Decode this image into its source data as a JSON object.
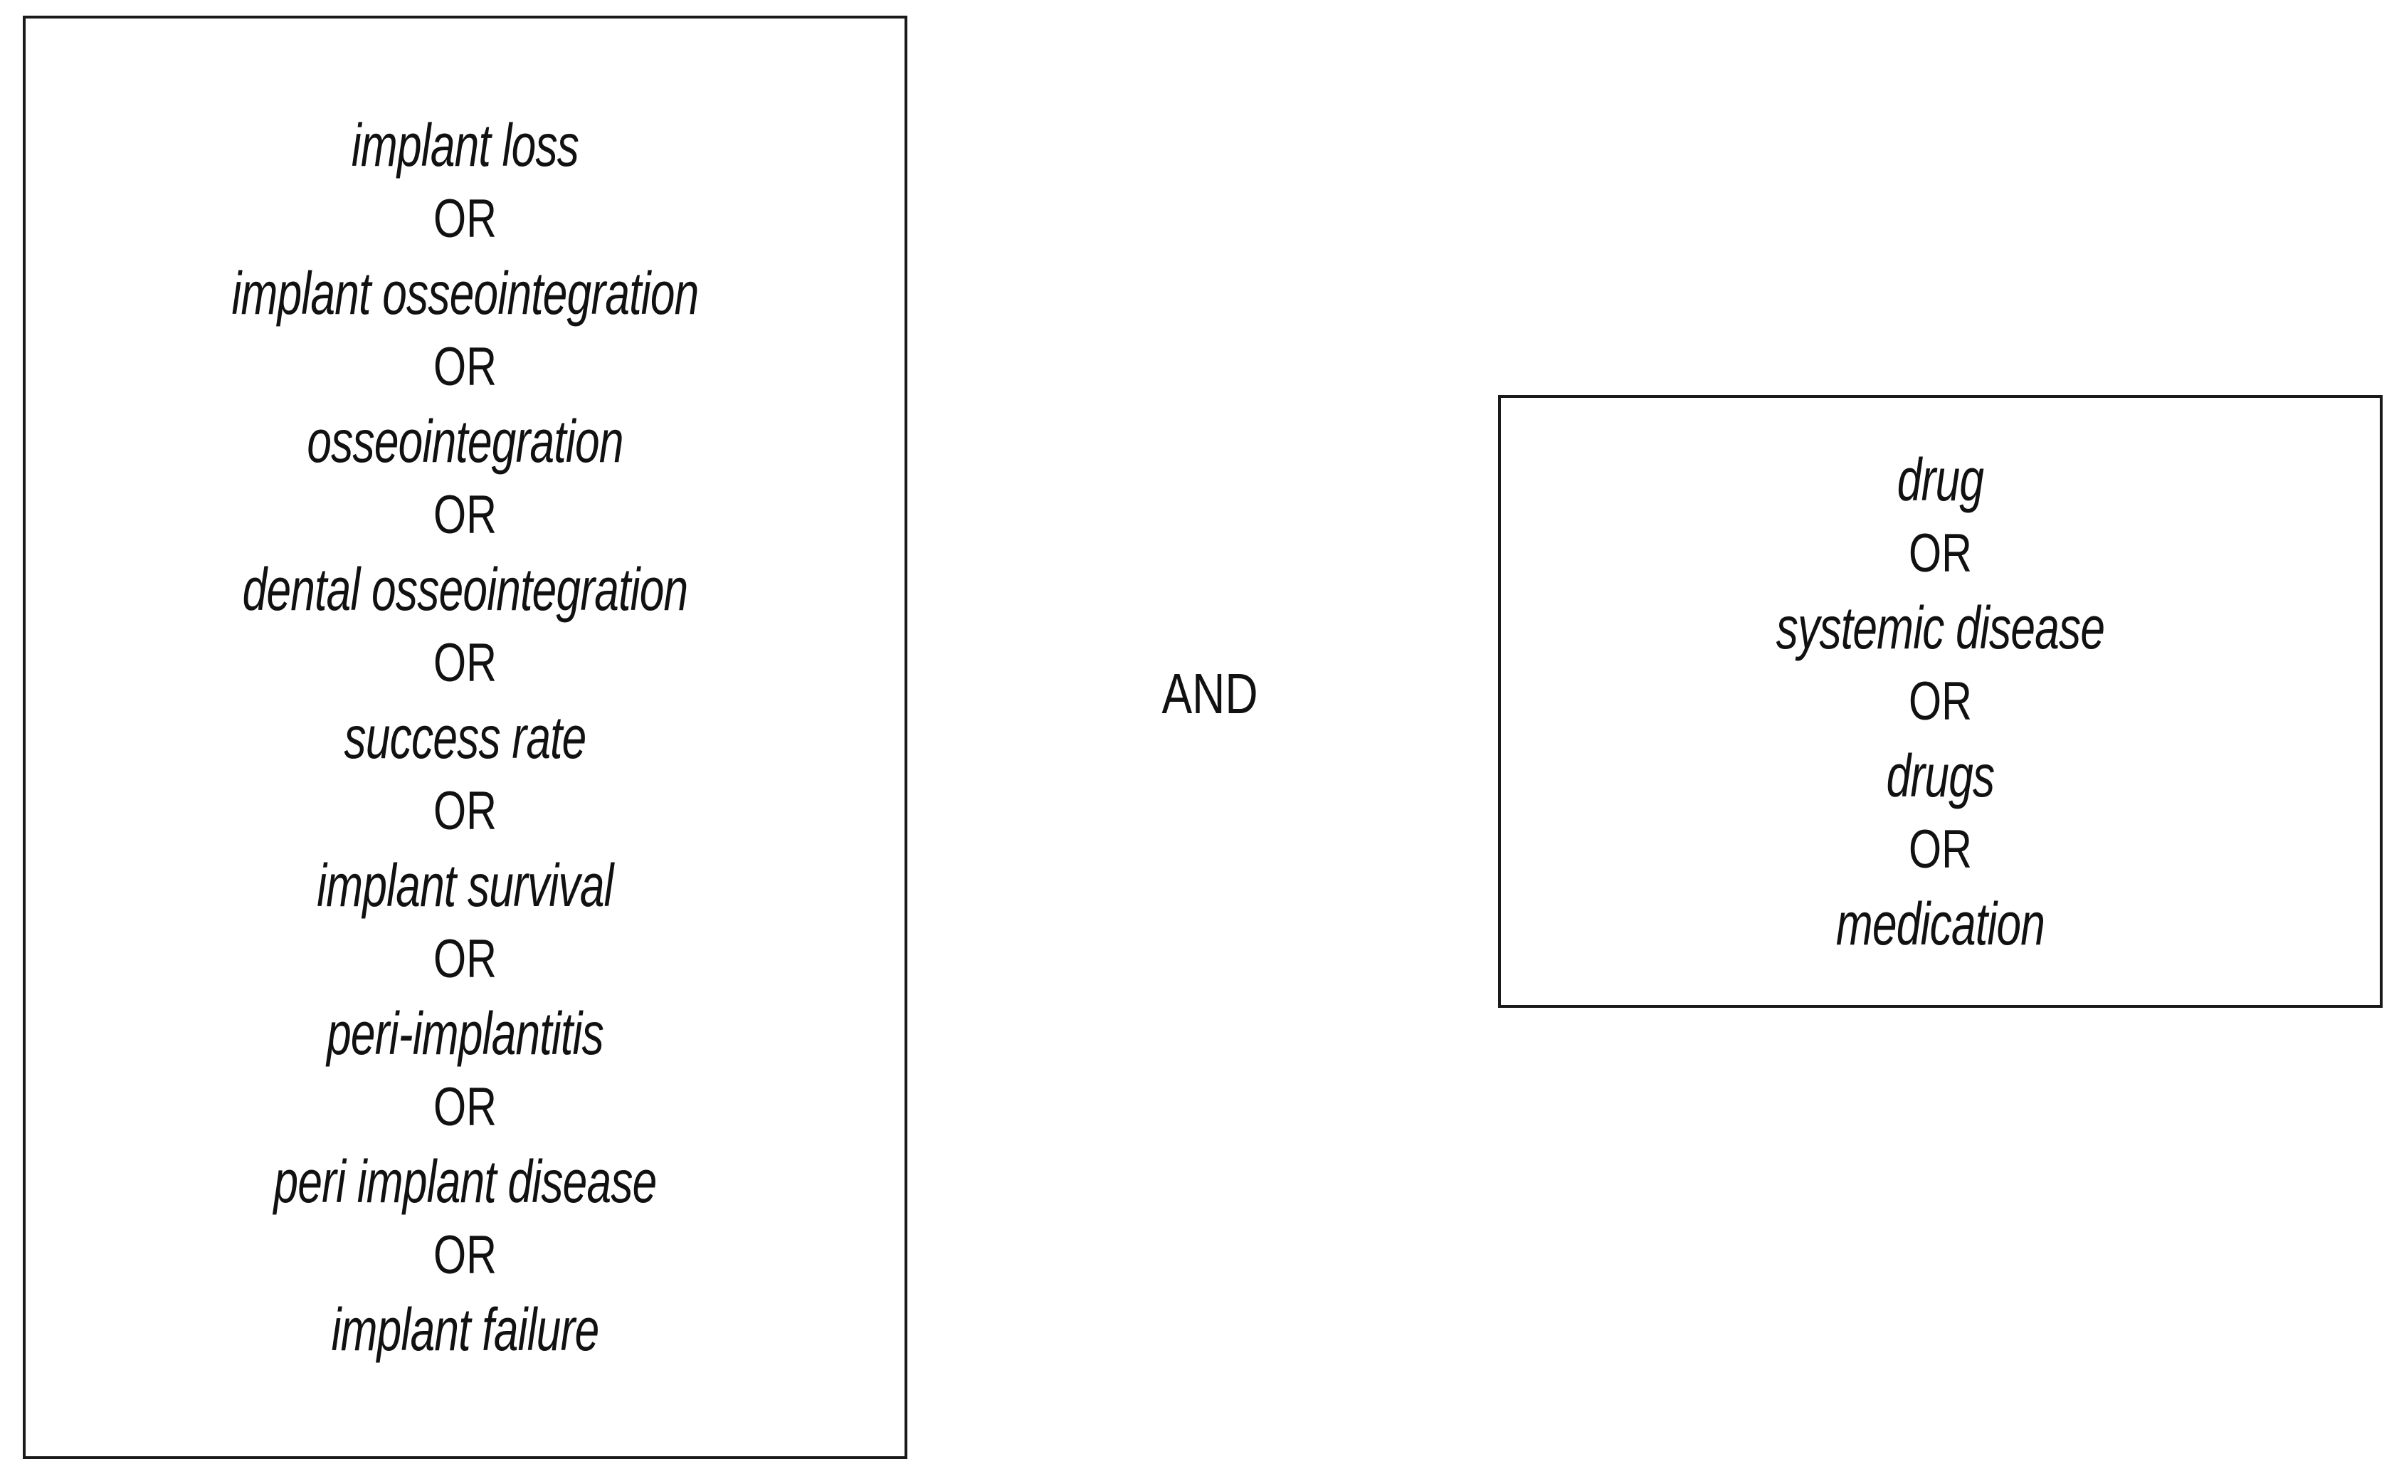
{
  "diagram": {
    "type": "boolean-search-strategy",
    "connector_label": "AND",
    "groups": [
      {
        "id": "implant-outcome-terms",
        "operator": "OR",
        "lines": [
          "implant loss",
          "OR",
          "implant osseointegration",
          "OR",
          "osseointegration",
          "OR",
          "dental osseointegration",
          "OR",
          "success rate",
          "OR",
          "implant survival",
          "OR",
          "peri-implantitis",
          "OR",
          "peri implant disease",
          "OR",
          "implant failure"
        ],
        "terms": [
          "implant loss",
          "implant osseointegration",
          "osseointegration",
          "dental osseointegration",
          "success rate",
          "implant survival",
          "peri-implantitis",
          "peri implant disease",
          "implant failure"
        ]
      },
      {
        "id": "drug-disease-terms",
        "operator": "OR",
        "lines": [
          "drug",
          "OR",
          "systemic disease",
          "OR",
          "drugs",
          "OR",
          "medication"
        ],
        "terms": [
          "drug",
          "systemic disease",
          "drugs",
          "medication"
        ]
      }
    ]
  },
  "colors": {
    "background": "#ffffff",
    "border": "#1a1a1a",
    "text": "#111111"
  }
}
